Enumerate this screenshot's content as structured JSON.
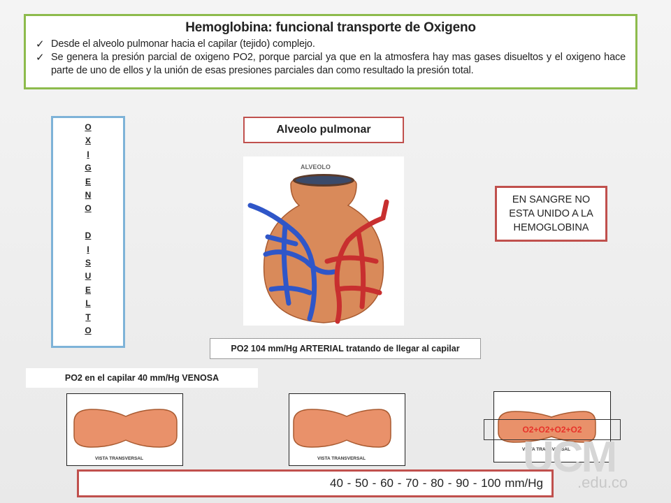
{
  "header": {
    "title": "Hemoglobina: funcional transporte de Oxigeno",
    "bullets": [
      "Desde el alveolo pulmonar hacia el capilar (tejido) complejo.",
      "Se genera la presión parcial de oxigeno PO2, porque parcial ya que en la atmosfera hay mas gases disueltos y el oxigeno hace parte de uno de ellos y la unión de esas presiones parciales dan como resultado la presión total."
    ]
  },
  "vertical": {
    "letters": [
      "O",
      "X",
      "I",
      "G",
      "E",
      "N",
      "O",
      "",
      "D",
      "I",
      "S",
      "U",
      "E",
      "L",
      "T",
      "O"
    ]
  },
  "alveolo": {
    "title": "Alveolo pulmonar",
    "image_label": "ALVEOLO"
  },
  "sangre": {
    "lines": [
      "EN SANGRE NO",
      "ESTA UNIDO A LA",
      "HEMOGLOBINA"
    ]
  },
  "arterial_label": "PO2 104 mm/Hg ARTERIAL tratando de llegar al capilar",
  "venosa_label": "PO2 en el capilar 40 mm/Hg VENOSA",
  "cells": {
    "caption": "VISTA TRANSVERSAL",
    "o2_label": "O2+O2+O2+O2"
  },
  "scale_text": "40   -   50   -   60   -   70   -   80   -   90   -   100 mm/Hg",
  "watermark": {
    "main": "UCM",
    "sub": ".edu.co"
  },
  "colors": {
    "header_border": "#8dbb4c",
    "accent_red": "#c0504d",
    "vert_border": "#7eb3d8",
    "o2_text": "#e8322a",
    "cell_fill": "#e9916a"
  }
}
